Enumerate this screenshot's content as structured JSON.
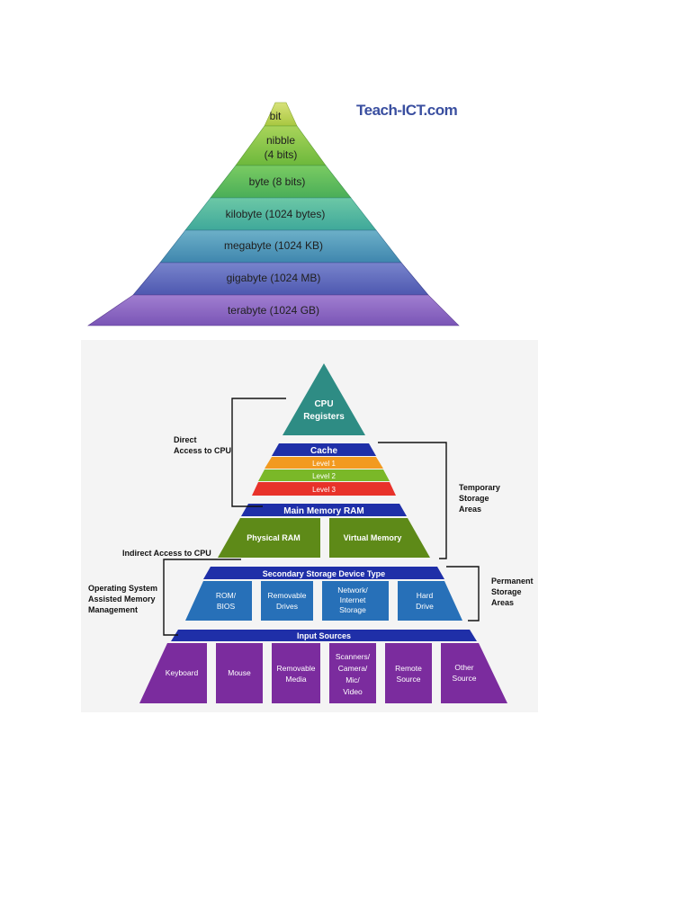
{
  "logo": {
    "text": "Teach-ICT.com"
  },
  "data_pyramid": {
    "levels": [
      {
        "label": "bit"
      },
      {
        "label": "nibble",
        "sub": "(4 bits)"
      },
      {
        "label": "byte  (8 bits)"
      },
      {
        "label": "kilobyte (1024 bytes)"
      },
      {
        "label": "megabyte  (1024 KB)"
      },
      {
        "label": "gigabyte  (1024 MB)"
      },
      {
        "label": "terabyte  (1024 GB)"
      }
    ]
  },
  "memory_pyramid": {
    "cpu": {
      "line1": "CPU",
      "line2": "Registers"
    },
    "cache": {
      "title": "Cache",
      "level1": "Level 1",
      "level2": "Level 2",
      "level3": "Level 3"
    },
    "main_memory": {
      "title": "Main Memory RAM",
      "physical": "Physical RAM",
      "virtual": "Virtual Memory"
    },
    "secondary": {
      "title": "Secondary Storage Device Type",
      "rom_bios": [
        "ROM/",
        "BIOS"
      ],
      "removable_drives": [
        "Removable",
        "Drives"
      ],
      "network_storage": [
        "Network/",
        "Internet",
        "Storage"
      ],
      "hard_drive": [
        "Hard",
        "Drive"
      ]
    },
    "input": {
      "title": "Input Sources",
      "keyboard": "Keyboard",
      "mouse": "Mouse",
      "removable_media": [
        "Removable",
        "Media"
      ],
      "scanners": [
        "Scanners/",
        "Camera/",
        "Mic/",
        "Video"
      ],
      "remote_source": [
        "Remote",
        "Source"
      ],
      "other_source": [
        "Other",
        "Source"
      ]
    },
    "annotations": {
      "direct_access": [
        "Direct",
        "Access to CPU"
      ],
      "indirect_access": "Indirect Access to CPU",
      "os_assisted": [
        "Operating System",
        "Assisted Memory",
        "Management"
      ],
      "temporary": [
        "Temporary",
        "Storage",
        "Areas"
      ],
      "permanent": [
        "Permanent",
        "Storage",
        "Areas"
      ]
    }
  }
}
